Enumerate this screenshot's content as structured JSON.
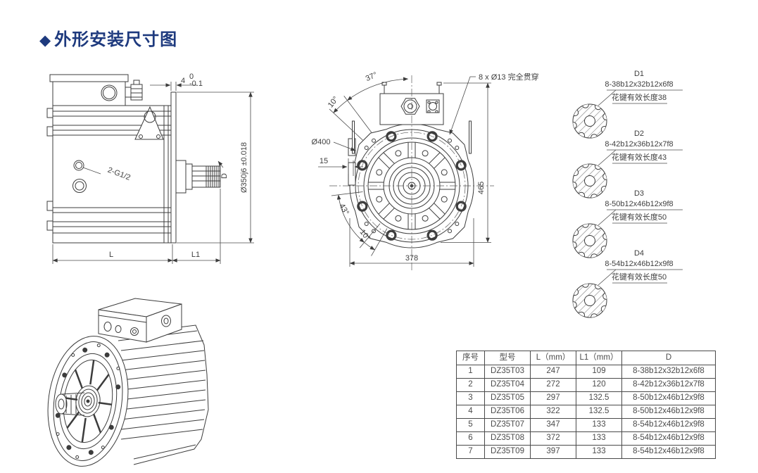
{
  "title": {
    "marker": "◆",
    "text": "外形安装尺寸图"
  },
  "side_view": {
    "flange_thickness": "4",
    "tol_upper": "0",
    "tol_lower": "-0.1",
    "thread_label": "2-G1/2",
    "flange_dia": "Ø350j6 ±0.018",
    "shaft_label": "D",
    "len_label": "L",
    "len1_label": "L1"
  },
  "front_view": {
    "angle_37": "37°",
    "angle_10_top": "10°",
    "holes_note": "8 x Ø13 完全贯穿",
    "dia_400": "Ø400",
    "dim_15": "15",
    "angle_43": "43°",
    "angle_10_bottom": "10°",
    "dim_465": "465",
    "dim_378": "378"
  },
  "splines": [
    {
      "id": "D1",
      "spec": "8-38b12x32b12x6f8",
      "note": "花键有效长度38"
    },
    {
      "id": "D2",
      "spec": "8-42b12x36b12x7f8",
      "note": "花键有效长度43"
    },
    {
      "id": "D3",
      "spec": "8-50b12x46b12x9f8",
      "note": "花键有效长度50"
    },
    {
      "id": "D4",
      "spec": "8-54b12x46b12x9f8",
      "note": "花键有效长度50"
    }
  ],
  "table": {
    "headers": [
      "序号",
      "型号",
      "L（mm）",
      "L1（mm）",
      "D"
    ],
    "rows": [
      [
        "1",
        "DZ35T03",
        "247",
        "109",
        "8-38b12x32b12x6f8"
      ],
      [
        "2",
        "DZ35T04",
        "272",
        "120",
        "8-42b12x36b12x7f8"
      ],
      [
        "3",
        "DZ35T05",
        "297",
        "132.5",
        "8-50b12x46b12x9f8"
      ],
      [
        "4",
        "DZ35T06",
        "322",
        "132.5",
        "8-50b12x46b12x9f8"
      ],
      [
        "5",
        "DZ35T07",
        "347",
        "133",
        "8-54b12x46b12x9f8"
      ],
      [
        "6",
        "DZ35T08",
        "372",
        "133",
        "8-54b12x46b12x9f8"
      ],
      [
        "7",
        "DZ35T09",
        "397",
        "133",
        "8-54b12x46b12x9f8"
      ]
    ]
  },
  "colors": {
    "title": "#1e3a7e",
    "line": "#3c3c3c",
    "dim_text": "#3f3f3f"
  }
}
